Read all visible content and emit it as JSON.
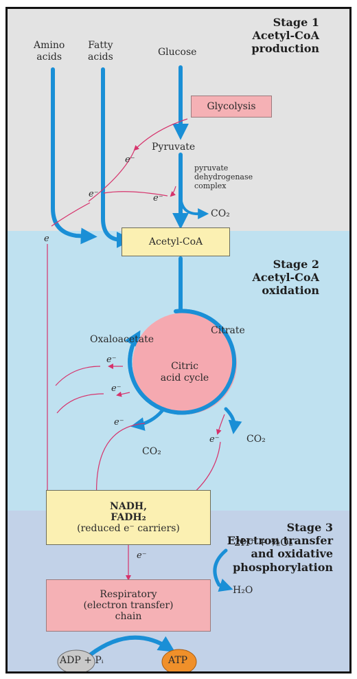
{
  "stage1": {
    "title": "Stage 1",
    "line1": "Acetyl-CoA",
    "line2": "production"
  },
  "stage2": {
    "title": "Stage 2",
    "line1": "Acetyl-CoA",
    "line2": "oxidation"
  },
  "stage3": {
    "title": "Stage 3",
    "line1": "Electron transfer",
    "line2": "and oxidative",
    "line3": "phosphorylation"
  },
  "inputs": {
    "amino_l1": "Amino",
    "amino_l2": "acids",
    "fatty_l1": "Fatty",
    "fatty_l2": "acids",
    "glucose": "Glucose"
  },
  "glycolysis": "Glycolysis",
  "pyruvate": "Pyruvate",
  "pdh": {
    "l1": "pyruvate",
    "l2": "dehydrogenase",
    "l3": "complex"
  },
  "acetyl_coa": "Acetyl-CoA",
  "co2": "CO₂",
  "citrate": "Citrate",
  "oxaloacetate": "Oxaloacetate",
  "cycle": {
    "l1": "Citric",
    "l2": "acid cycle"
  },
  "carriers": {
    "l1": "NADH,",
    "l2": "FADH₂",
    "l3": "(reduced e⁻ carriers)"
  },
  "electron": "e⁻",
  "electron_plain": "e",
  "chain": {
    "l1": "Respiratory",
    "l2": "(electron transfer)",
    "l3": "chain"
  },
  "o2_eq": "2H⁺ + ½O₂",
  "water": "H₂O",
  "adp": "ADP + Pᵢ",
  "atp": "ATP",
  "colors": {
    "band1": "#e3e3e3",
    "band2": "#bfe1f0",
    "band3": "#c2d2e8",
    "flow": "#1a8fd6",
    "electron_arrow": "#d6336c",
    "cycle_fill": "#f5a9b0",
    "atp_fill": "#f0902a",
    "adp_fill": "#c9c9c9"
  }
}
